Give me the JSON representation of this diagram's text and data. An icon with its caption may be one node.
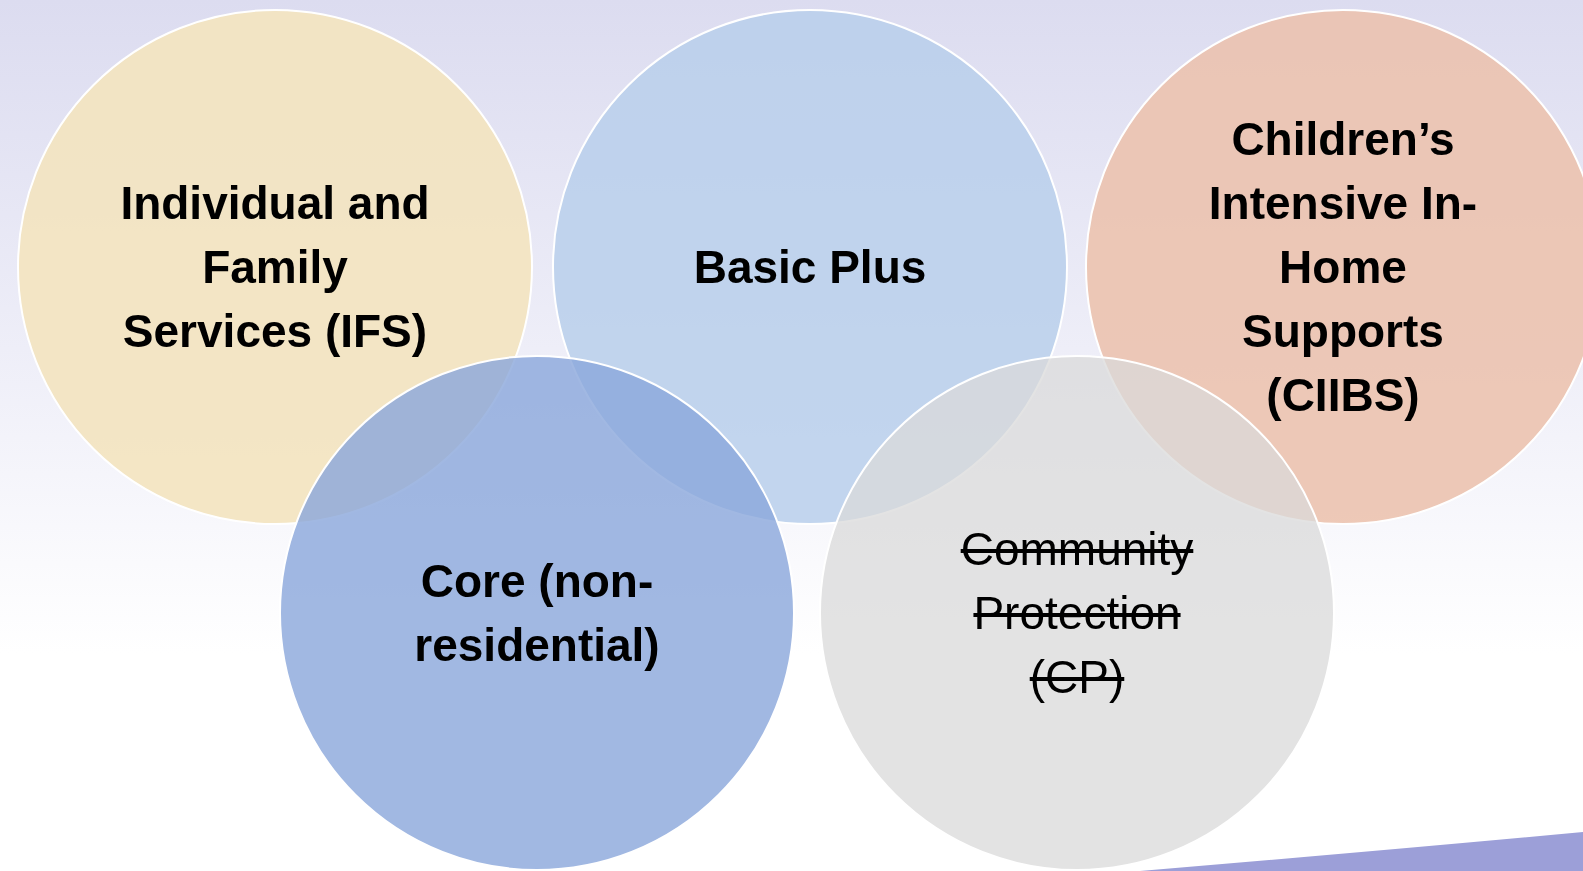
{
  "diagram": {
    "nodes": [
      {
        "text": [
          "Individual and Family Services (IFS)"
        ]
      },
      {
        "text": [
          "Basic Plus"
        ]
      },
      {
        "text": [
          "Children’s Intensive In-Home Supports (CIIBS)"
        ]
      },
      {
        "text": [
          "Core (non-residential)"
        ]
      },
      {
        "text": [
          "Community Protection (CP)"
        ]
      }
    ]
  }
}
